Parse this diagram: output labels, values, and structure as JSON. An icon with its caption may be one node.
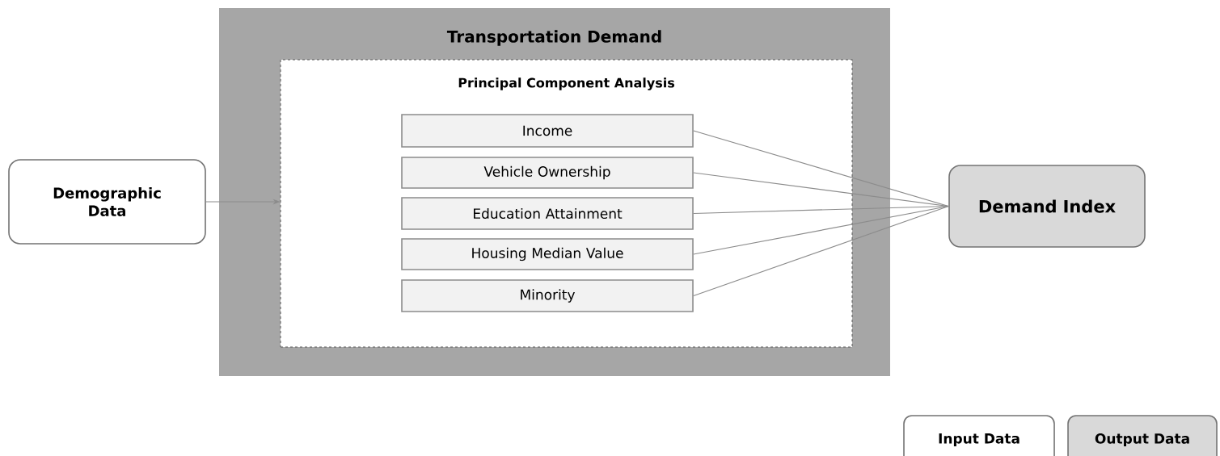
{
  "diagram": {
    "nodes": [
      {
        "text": [
          "Demographic Data"
        ]
      },
      {
        "text": [
          "Transportation Demand"
        ]
      },
      {
        "text": [
          "Principal Component Analysis"
        ],
        "in": 1
      },
      {
        "text": [
          "Income"
        ],
        "in": 2
      },
      {
        "text": [
          "Vehicle Ownership"
        ],
        "in": 2
      },
      {
        "text": [
          "Education Attainment"
        ],
        "in": 2
      },
      {
        "text": [
          "Housing Median Value"
        ],
        "in": 2
      },
      {
        "text": [
          "Minority"
        ],
        "in": 2
      },
      {
        "text": [
          "Demand Index"
        ]
      }
    ],
    "edges": [
      {
        "from": 0,
        "to": 2,
        "arrow": "to"
      },
      {
        "from": 3,
        "to": 8,
        "arrow": "none"
      },
      {
        "from": 4,
        "to": 8,
        "arrow": "none"
      },
      {
        "from": 5,
        "to": 8,
        "arrow": "none"
      },
      {
        "from": 6,
        "to": 8,
        "arrow": "none"
      },
      {
        "from": 7,
        "to": 8,
        "arrow": "none"
      }
    ],
    "legend": [
      {
        "text": "Input Data"
      },
      {
        "text": "Output Data"
      }
    ]
  }
}
